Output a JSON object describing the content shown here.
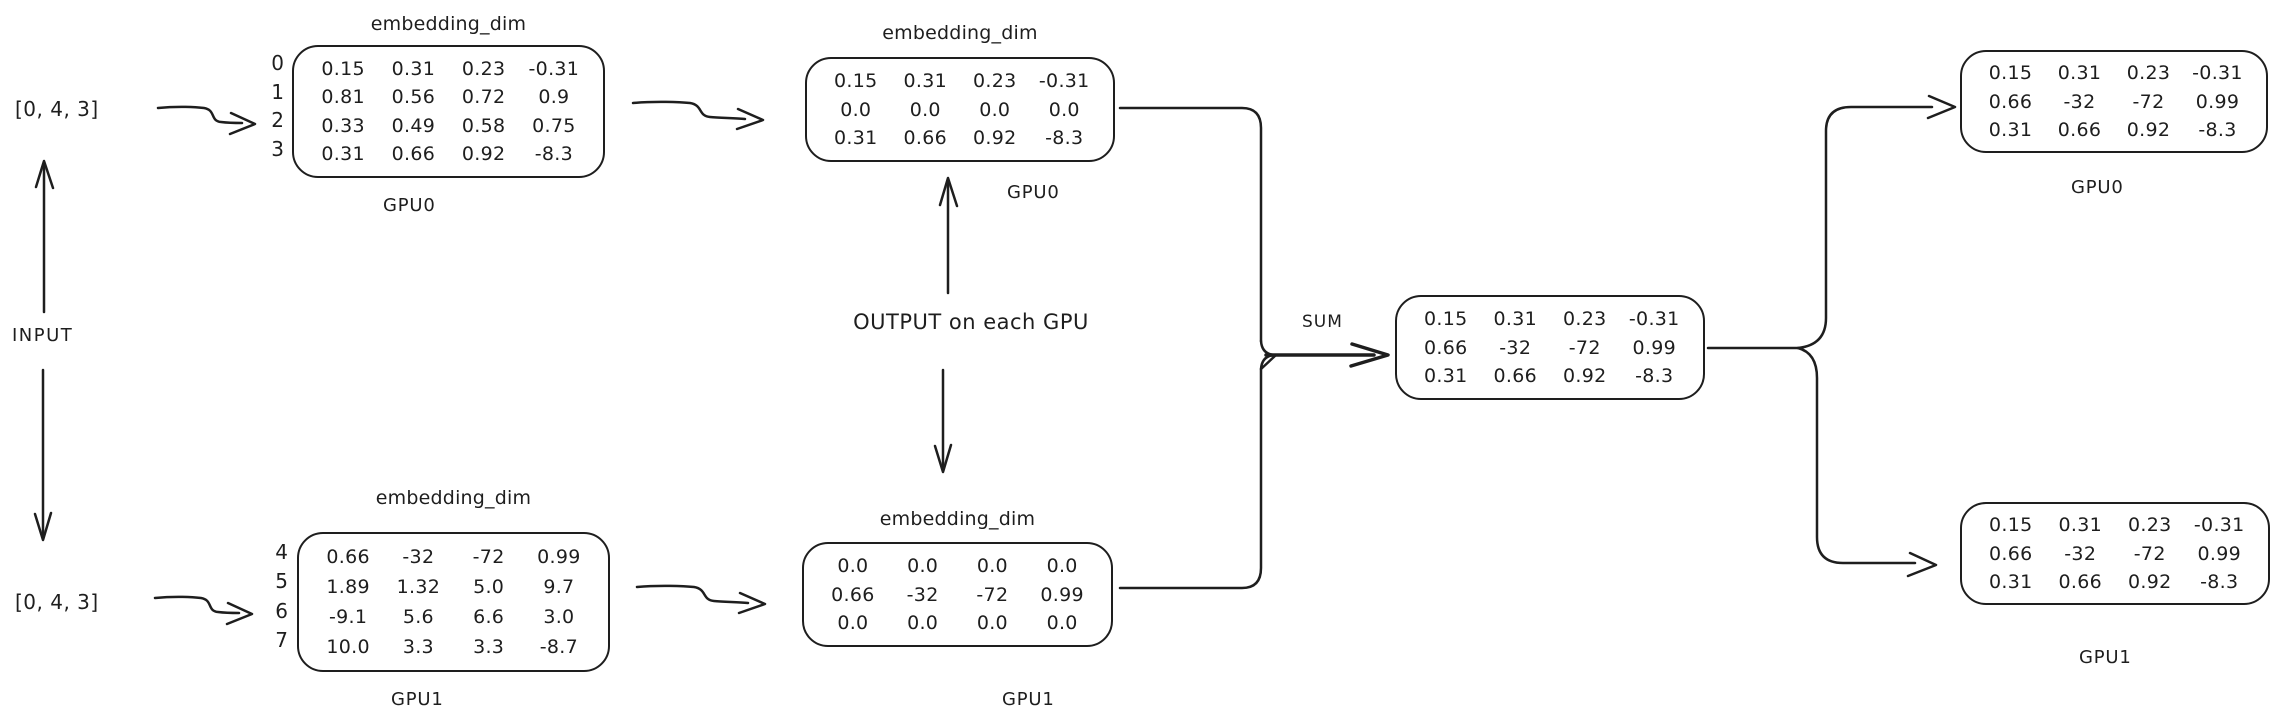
{
  "labels": {
    "embedding_dim": "embedding_dim",
    "input": "INPUT",
    "input_vector_top": "[0, 4, 3]",
    "input_vector_bottom": "[0, 4, 3]",
    "output_on_each_gpu": "OUTPUT on each GPU",
    "sum": "SUM"
  },
  "colors": {
    "stroke": "#1e1e1e",
    "background": "#ffffff"
  },
  "matrices": {
    "table_gpu0": {
      "title": "embedding_dim",
      "caption": "GPU0",
      "row_labels": [
        "0",
        "1",
        "2",
        "3"
      ],
      "rows": [
        [
          "0.15",
          "0.31",
          "0.23",
          "-0.31"
        ],
        [
          "0.81",
          "0.56",
          "0.72",
          "0.9"
        ],
        [
          "0.33",
          "0.49",
          "0.58",
          "0.75"
        ],
        [
          "0.31",
          "0.66",
          "0.92",
          "-8.3"
        ]
      ]
    },
    "table_gpu1": {
      "title": "embedding_dim",
      "caption": "GPU1",
      "row_labels": [
        "4",
        "5",
        "6",
        "7"
      ],
      "rows": [
        [
          "0.66",
          "-32",
          "-72",
          "0.99"
        ],
        [
          "1.89",
          "1.32",
          "5.0",
          "9.7"
        ],
        [
          "-9.1",
          "5.6",
          "6.6",
          "3.0"
        ],
        [
          "10.0",
          "3.3",
          "3.3",
          "-8.7"
        ]
      ]
    },
    "output_gpu0": {
      "title": "embedding_dim",
      "caption": "GPU0",
      "rows": [
        [
          "0.15",
          "0.31",
          "0.23",
          "-0.31"
        ],
        [
          "0.0",
          "0.0",
          "0.0",
          "0.0"
        ],
        [
          "0.31",
          "0.66",
          "0.92",
          "-8.3"
        ]
      ]
    },
    "output_gpu1": {
      "title": "embedding_dim",
      "caption": "GPU1",
      "rows": [
        [
          "0.0",
          "0.0",
          "0.0",
          "0.0"
        ],
        [
          "0.66",
          "-32",
          "-72",
          "0.99"
        ],
        [
          "0.0",
          "0.0",
          "0.0",
          "0.0"
        ]
      ]
    },
    "sum_result": {
      "rows": [
        [
          "0.15",
          "0.31",
          "0.23",
          "-0.31"
        ],
        [
          "0.66",
          "-32",
          "-72",
          "0.99"
        ],
        [
          "0.31",
          "0.66",
          "0.92",
          "-8.3"
        ]
      ]
    },
    "final_gpu0": {
      "caption": "GPU0",
      "rows": [
        [
          "0.15",
          "0.31",
          "0.23",
          "-0.31"
        ],
        [
          "0.66",
          "-32",
          "-72",
          "0.99"
        ],
        [
          "0.31",
          "0.66",
          "0.92",
          "-8.3"
        ]
      ]
    },
    "final_gpu1": {
      "caption": "GPU1",
      "rows": [
        [
          "0.15",
          "0.31",
          "0.23",
          "-0.31"
        ],
        [
          "0.66",
          "-32",
          "-72",
          "0.99"
        ],
        [
          "0.31",
          "0.66",
          "0.92",
          "-8.3"
        ]
      ]
    }
  }
}
